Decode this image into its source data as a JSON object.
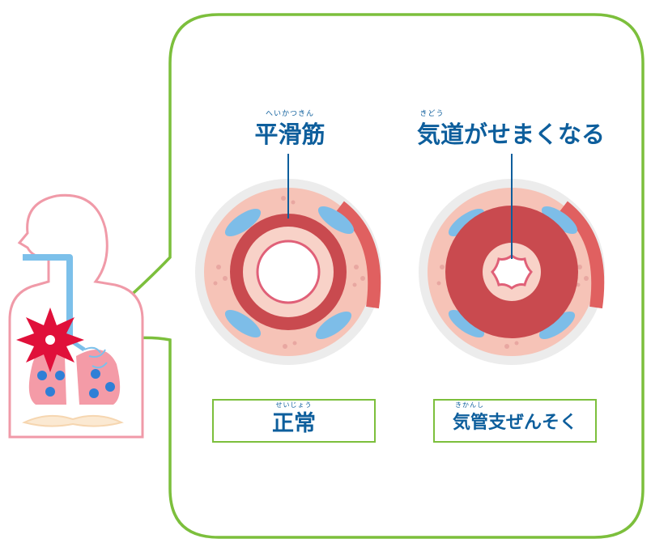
{
  "labels": {
    "smooth_muscle": "平滑筋",
    "smooth_muscle_ruby": "へいかつきん",
    "airway_narrows": "気道がせまくなる",
    "airway_narrows_ruby": "きどう",
    "normal": "正常",
    "normal_ruby": "せいじょう",
    "asthma": "気管支ぜんそく",
    "asthma_ruby": "きかんし"
  },
  "colors": {
    "frame_green": "#7cbf3c",
    "label_blue": "#0d5e9c",
    "muscle_red": "#c94a4f",
    "tissue_pink": "#f6c3b7",
    "mucosa_pink": "#f8d2c8",
    "gland_blue": "#7dbde8",
    "body_outline": "#f09aa8",
    "airway_blue": "#7cc0ea",
    "lung_red": "#f07a8a",
    "burst_red": "#e0103a"
  },
  "icons": {
    "burst": "burst-icon",
    "allergen": "allergen-icon"
  }
}
